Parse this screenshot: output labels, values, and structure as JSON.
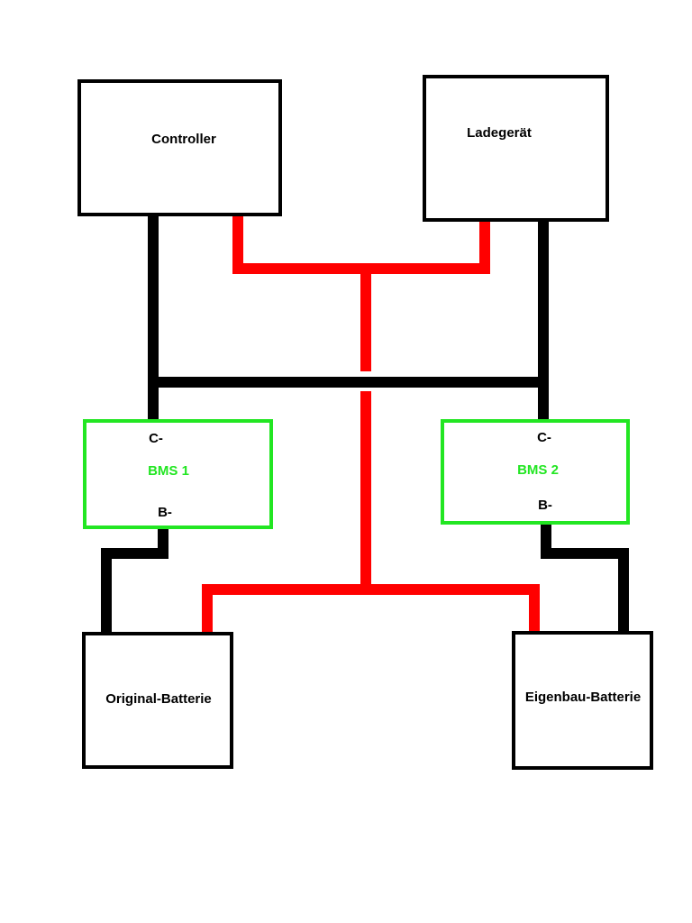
{
  "components": {
    "controller": "Controller",
    "charger": "Ladegerät",
    "bms1": {
      "name": "BMS 1",
      "c_terminal": "C-",
      "b_terminal": "B-"
    },
    "bms2": {
      "name": "BMS 2",
      "c_terminal": "C-",
      "b_terminal": "B-"
    },
    "battery1": "Original-Batterie",
    "battery2": "Eigenbau-Batterie"
  },
  "colors": {
    "negative_wire": "#000000",
    "positive_wire": "#ff0000",
    "bms_border": "#22e622"
  }
}
